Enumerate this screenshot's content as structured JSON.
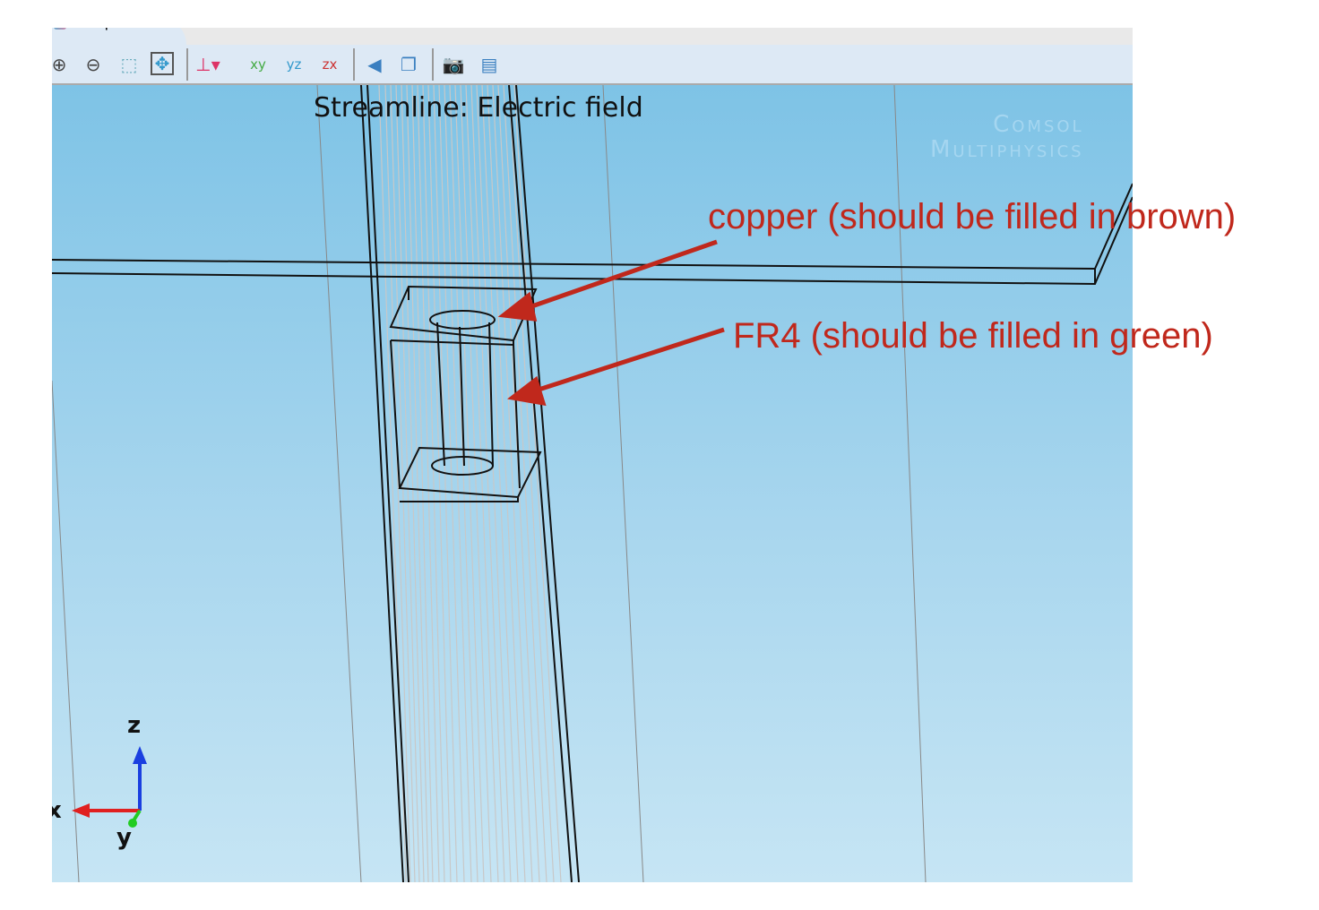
{
  "tab": {
    "label": "Graphics"
  },
  "toolbar": {
    "buttons": [
      "zoom-in-icon",
      "zoom-out-icon",
      "zoom-box-icon",
      "zoom-extents-icon",
      "view-axes-icon",
      "view-xy-icon",
      "view-yz-icon",
      "view-zx-icon",
      "light-icon",
      "transparency-icon",
      "camera-icon",
      "print-icon"
    ],
    "xy_label": "xy",
    "yz_label": "yz",
    "zx_label": "zx"
  },
  "plot": {
    "title": "Streamline: Electric field",
    "logo_line1": "Comsol",
    "logo_line2": "Multiphysics"
  },
  "axes": {
    "z": "z",
    "x": "x",
    "y": "y"
  },
  "annotations": [
    {
      "text": "copper (should be filled in brown)",
      "color": "#c0281c"
    },
    {
      "text": "FR4 (should be filled in green)",
      "color": "#c0281c"
    }
  ]
}
